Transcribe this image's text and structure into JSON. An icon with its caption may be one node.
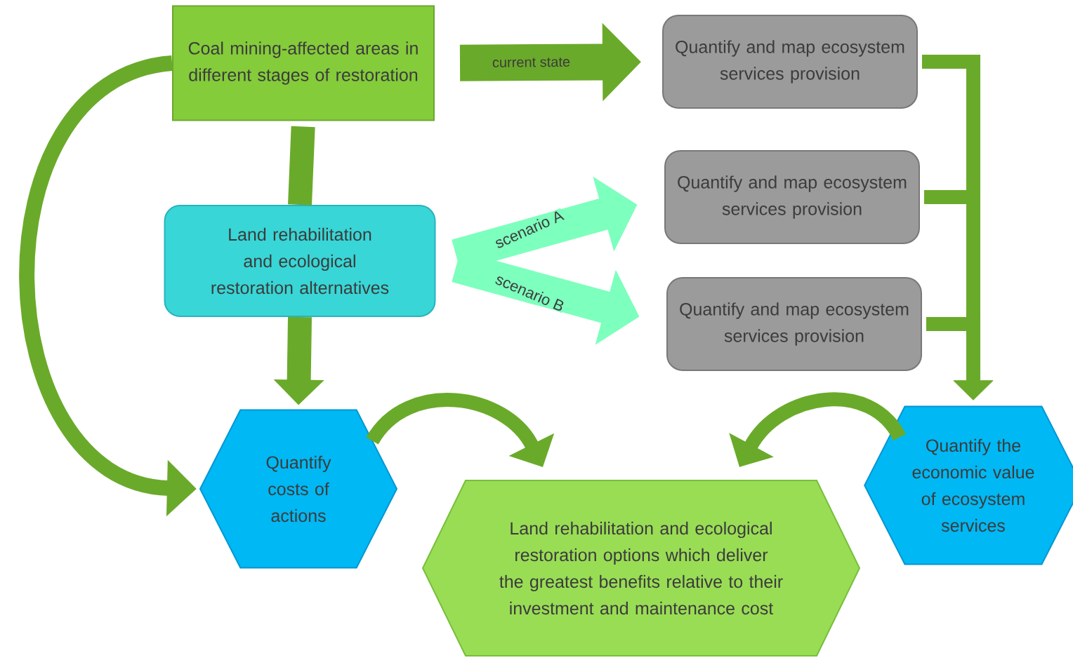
{
  "diagram": {
    "nodes": [
      {
        "text": [
          "Coal mining-affected areas in different stages of restoration"
        ]
      },
      {
        "text": [
          "Quantify and map ecosystem services provision"
        ]
      },
      {
        "text": [
          "Land rehabilitation and ecological restoration alternatives"
        ]
      },
      {
        "text": [
          "Quantify and map ecosystem services provision"
        ]
      },
      {
        "text": [
          "Quantify and map ecosystem services provision"
        ]
      },
      {
        "text": [
          "Quantify costs of actions"
        ]
      },
      {
        "text": [
          "Land rehabilitation and ecological restoration options which deliver the greatest benefits relative to their investment and maintenance cost"
        ]
      },
      {
        "text": [
          "Quantify the economic value of ecosystem services"
        ]
      }
    ],
    "edges": [
      {
        "from": 0,
        "to": 1,
        "arrow": "to",
        "label": "current state",
        "style": "thick"
      },
      {
        "from": 0,
        "to": 2,
        "arrow": "none"
      },
      {
        "from": 2,
        "to": 5,
        "arrow": "to"
      },
      {
        "from": 2,
        "to": 3,
        "arrow": "to",
        "label": "scenario A",
        "color": "#7dffbd",
        "style": "thick"
      },
      {
        "from": 2,
        "to": 4,
        "arrow": "to",
        "label": "scenario B",
        "color": "#7dffbd",
        "style": "thick"
      },
      {
        "from": 1,
        "to": 7,
        "arrow": "to"
      },
      {
        "from": 3,
        "to": 7,
        "arrow": "to"
      },
      {
        "from": 4,
        "to": 7,
        "arrow": "to"
      },
      {
        "from": 0,
        "to": 5,
        "arrow": "to"
      },
      {
        "from": 5,
        "to": 6,
        "arrow": "to"
      },
      {
        "from": 7,
        "to": 6,
        "arrow": "to"
      }
    ]
  }
}
